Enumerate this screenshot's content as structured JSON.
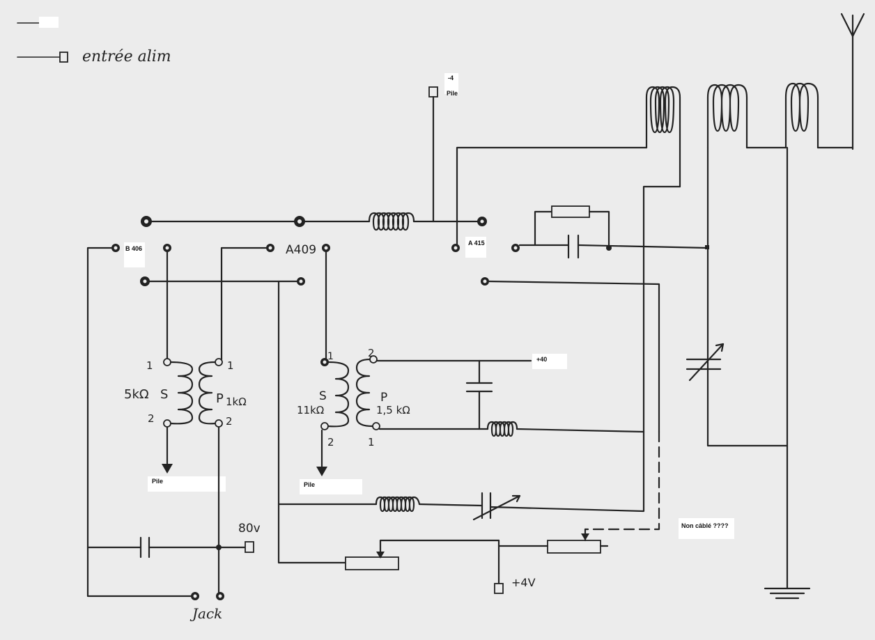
{
  "legend": {
    "power_input_label": "entrée alim"
  },
  "tubes": {
    "tube1": "B 406",
    "tube2": "A409",
    "tube3": "A 415"
  },
  "battery": {
    "minus4_label": "-4",
    "pile_top": "Pile",
    "pile_left": "Pile",
    "pile_mid": "Pile"
  },
  "transformer1": {
    "secondary_label": "S",
    "secondary_value": "5kΩ",
    "primary_label": "P",
    "primary_value": "1kΩ",
    "pin_s1": "1",
    "pin_s2": "2",
    "pin_p1": "1",
    "pin_p2": "2"
  },
  "transformer2": {
    "secondary_label": "S",
    "secondary_value": "11kΩ",
    "primary_label": "P",
    "primary_value": "1,5 kΩ",
    "pin_s1": "1",
    "pin_s2": "2",
    "pin_p2": "2",
    "pin_p1": "1"
  },
  "supply": {
    "plus40": "+40",
    "v80": "80v",
    "plus4v": "+4V"
  },
  "notes": {
    "not_wired": "Non câblé ????",
    "jack": "Jack"
  },
  "colors": {
    "ink": "#222222",
    "paper": "#ececec"
  }
}
